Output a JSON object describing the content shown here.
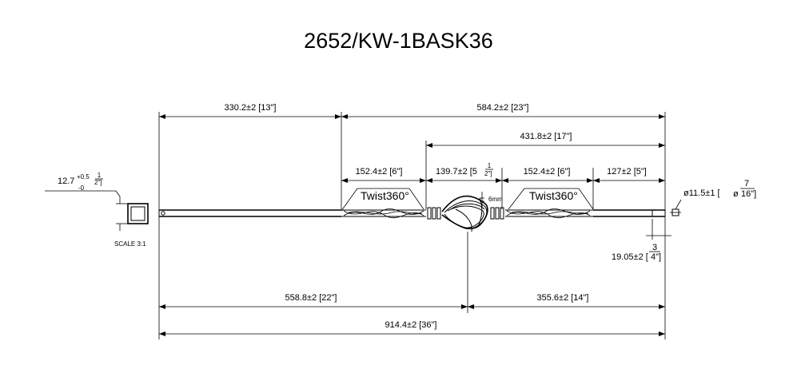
{
  "title": "2652/KW-1BASK36",
  "dims": {
    "d_330": "330.2±2 [13\"]",
    "d_584": "584.2±2 [23\"]",
    "d_431": "431.8±2 [17\"]",
    "d_152a": "152.4±2 [6\"]",
    "d_139": "139.7±2 [5",
    "d_139_num": "1",
    "d_139_den": "2\"]",
    "d_152b": "152.4±2 [6\"]",
    "d_127": "127±2 [5\"]",
    "d_558": "558.8±2 [22\"]",
    "d_355": "355.6±2 [14\"]",
    "d_914": "914.4±2 [36\"]",
    "d_6mm": "6mm",
    "d_19": "19.05±2 [",
    "d_19_num": "3",
    "d_19_den": "4\"]",
    "d_sq": "12.7",
    "d_sq_tol_up": "+0.5",
    "d_sq_tol_dn": "-0",
    "d_sq_num": "1",
    "d_sq_den": "2\"]",
    "d_sq_open": "[",
    "d_round": "ø11.5±1 [",
    "d_round_num": "7",
    "d_round_den": "16\"]",
    "d_round_pre": "ø"
  },
  "labels": {
    "twist_left": "Twist360°",
    "twist_right": "Twist360°",
    "scale": "SCALE 3:1"
  }
}
